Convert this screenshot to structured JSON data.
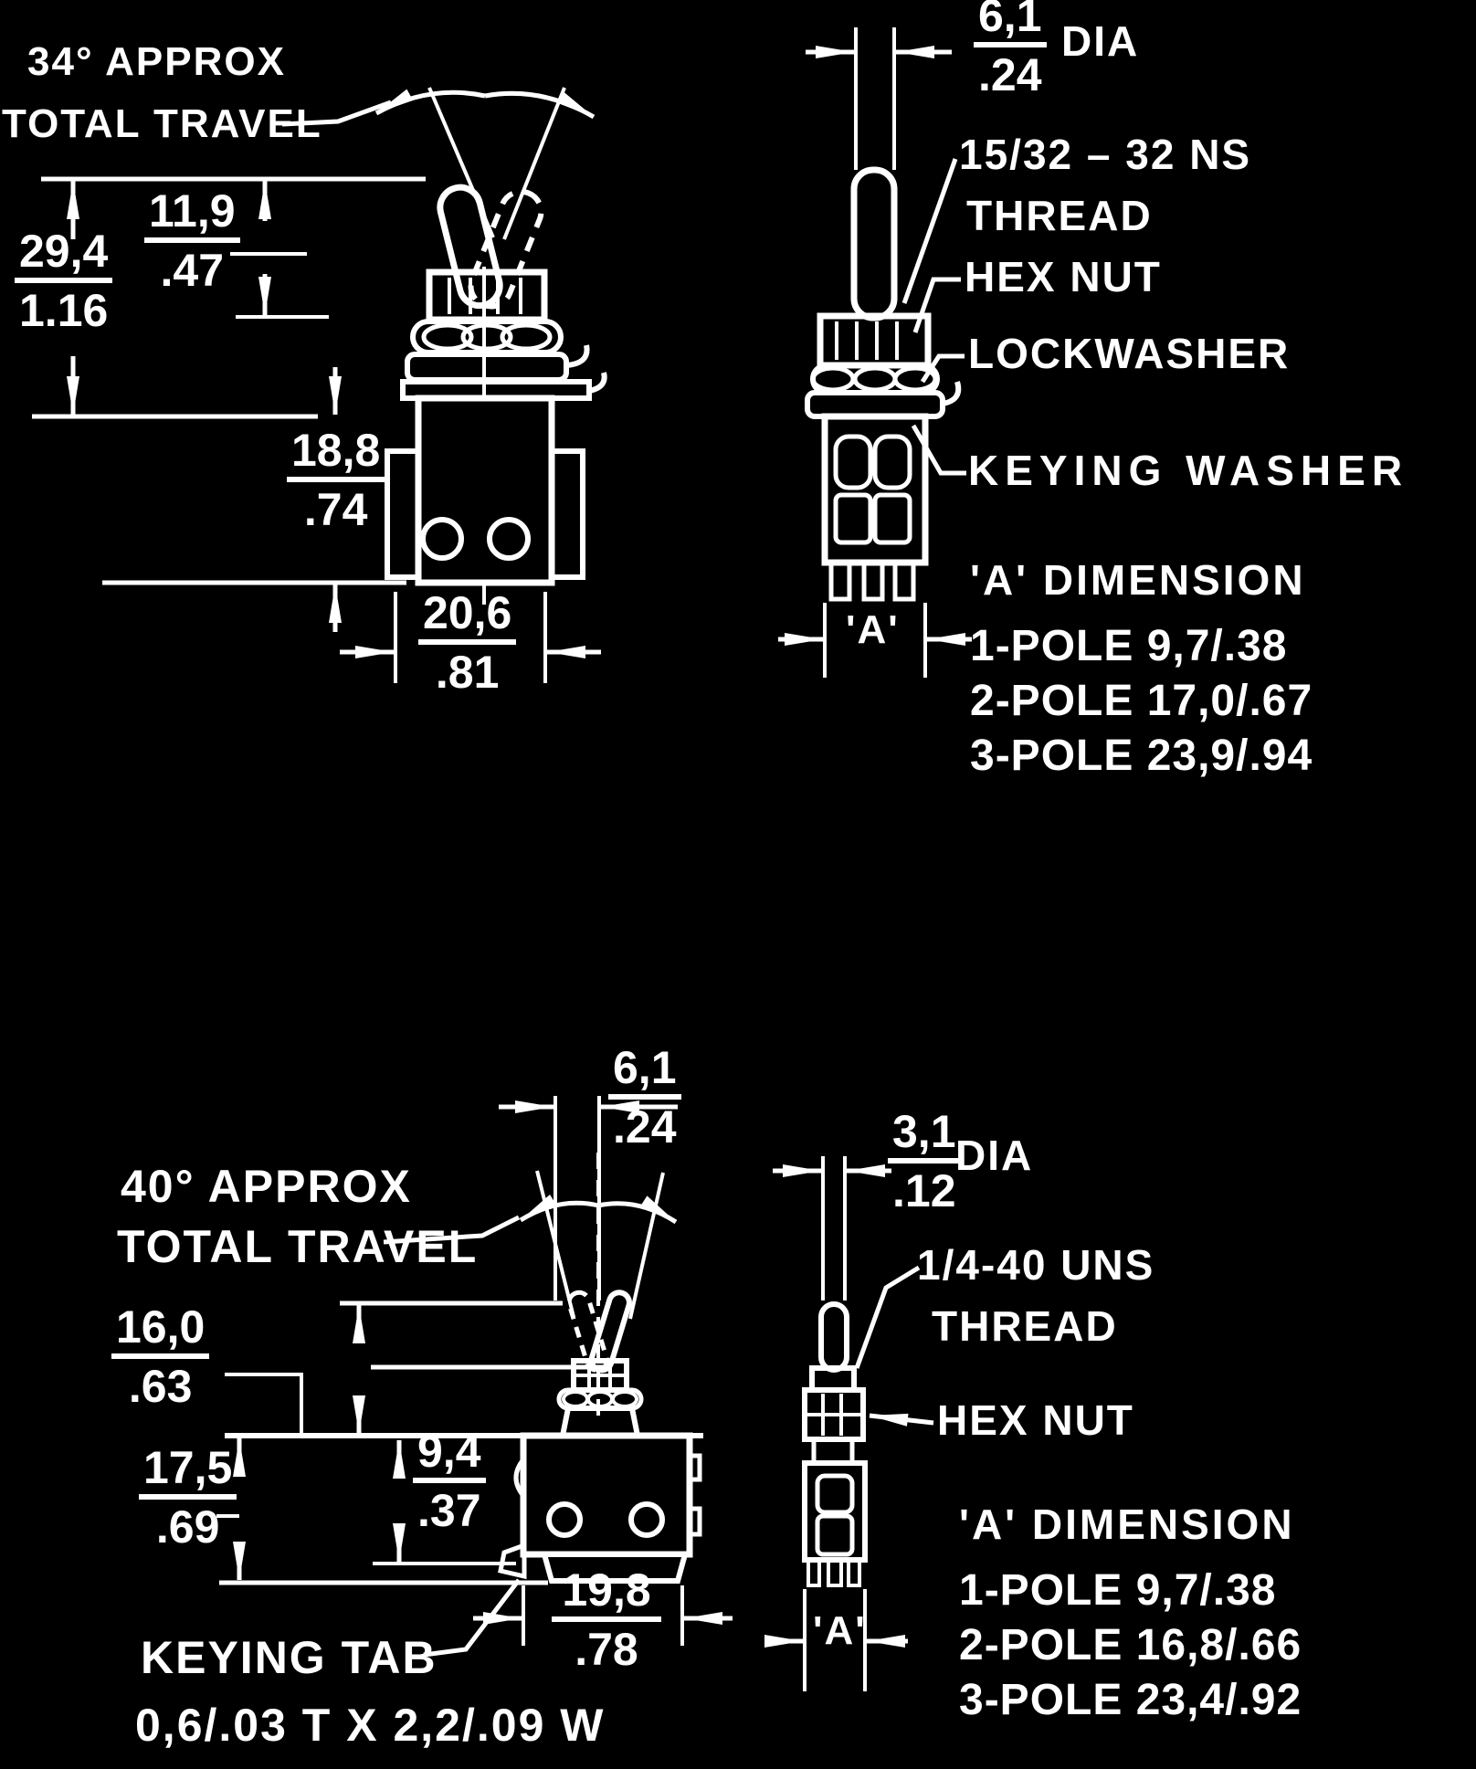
{
  "page": {
    "background": "#000000",
    "ink": "#ffffff"
  },
  "top_switch": {
    "travel_note_line1": "34° APPROX",
    "travel_note_line2": "TOTAL TRAVEL",
    "dim_overall_height_mm": "29,4",
    "dim_overall_height_in": "1.16",
    "dim_lever_height_mm": "11,9",
    "dim_lever_height_in": ".47",
    "dim_body_height_mm": "18,8",
    "dim_body_height_in": ".74",
    "dim_body_width_mm": "20,6",
    "dim_body_width_in": ".81",
    "dim_lever_dia_mm": "6,1",
    "dim_lever_dia_in": ".24",
    "dim_lever_dia_suffix": "DIA",
    "callout_thread_line1": "15/32 – 32 NS",
    "callout_thread_line2": "THREAD",
    "callout_hex_nut": "HEX NUT",
    "callout_lockwasher": "LOCKWASHER",
    "callout_keying_washer": "KEYING WASHER",
    "a_marker": "'A'",
    "a_dimension_title": "'A' DIMENSION",
    "a_dimension_rows": [
      "1-POLE 9,7/.38",
      "2-POLE 17,0/.67",
      "3-POLE 23,9/.94"
    ]
  },
  "bottom_switch": {
    "travel_note_line1": "40° APPROX",
    "travel_note_line2": "TOTAL TRAVEL",
    "dim_lever_dia_mm": "6,1",
    "dim_lever_dia_in": ".24",
    "dim_shaft_dia_mm": "3,1",
    "dim_shaft_dia_in": ".12",
    "dim_shaft_dia_suffix": "DIA",
    "dim_height_above_panel_mm": "16,0",
    "dim_height_above_panel_in": ".63",
    "dim_body_height_mm": "17,5",
    "dim_body_height_in": ".69",
    "dim_terminal_depth_mm": "9,4",
    "dim_terminal_depth_in": ".37",
    "dim_body_width_mm": "19,8",
    "dim_body_width_in": ".78",
    "callout_thread_line1": "1/4-40 UNS",
    "callout_thread_line2": "THREAD",
    "callout_hex_nut": "HEX NUT",
    "keying_tab_label": "KEYING TAB",
    "keying_tab_spec": "0,6/.03 T X 2,2/.09 W",
    "a_marker": "'A'",
    "a_dimension_title": "'A' DIMENSION",
    "a_dimension_rows": [
      "1-POLE 9,7/.38",
      "2-POLE 16,8/.66",
      "3-POLE 23,4/.92"
    ]
  }
}
